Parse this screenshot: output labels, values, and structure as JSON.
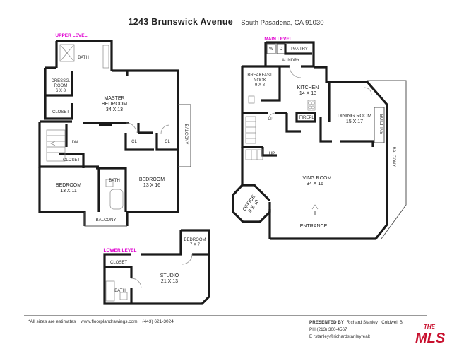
{
  "header": {
    "address": "1243 Brunswick Avenue",
    "city": "South Pasadena, CA 91030"
  },
  "levels": {
    "upper": "UPPER LEVEL",
    "main": "MAIN LEVEL",
    "lower": "LOWER LEVEL"
  },
  "rooms": {
    "upper_bath_top": "BATH",
    "dressing_room": "DRESSG.",
    "dressing_room_2": "ROOM",
    "dressing_dim": "6 X 8",
    "master_bedroom": "MASTER",
    "master_bedroom_2": "BEDROOM",
    "master_dim": "34 X 13",
    "closet_a": "CLOSET",
    "dn": "DN",
    "closet_b": "CLOSET",
    "cl_a": "CL",
    "cl_b": "CL",
    "bedroom_left": "BEDROOM",
    "bedroom_left_dim": "13 X 11",
    "bath_mid": "BATH",
    "bedroom_right": "BEDROOM",
    "bedroom_right_dim": "13 X 16",
    "balcony_upper_bottom": "BALCONY",
    "balcony_upper_right": "BALCONY",
    "w": "W",
    "d": "D",
    "pantry": "PANTRY",
    "laundry": "LAUNDRY",
    "breakfast_nook": "BREAKFAST",
    "breakfast_nook_2": "NOOK",
    "breakfast_dim": "9 X 8",
    "kitchen": "KITCHEN",
    "kitchen_dim": "14 X 13",
    "firepl": "FIREPL.",
    "up_a": "UP",
    "up_b": "UP",
    "dining_room": "DINING ROOM",
    "dining_dim": "15 X 17",
    "builtins": "BUILT-INS",
    "balcony_main": "BALCONY",
    "living_room": "LIVING ROOM",
    "living_dim": "34 X 16",
    "office": "OFFICE",
    "office_dim": "8 X 10",
    "entrance": "ENTRANCE",
    "bedroom_lower": "BEDROOM",
    "bedroom_lower_dim": "7 X 7",
    "closet_lower": "CLOSET",
    "studio": "STUDIO",
    "studio_dim": "21 X 13",
    "bath_lower": "BATH"
  },
  "footer": {
    "note": "*All sizes are estimates",
    "website": "www.floorplandrawings.com",
    "phone": "(443) 621-3024",
    "presented_by_label": "PRESENTED BY",
    "agent_name": "Richard Stanley",
    "brokerage": "Coldwell B",
    "agent_phone": "PH (213) 300-4567",
    "agent_email": "E rstanley@richardstanleyrealt",
    "logo_text_1": "THE",
    "logo_text_2": "MLS"
  },
  "colors": {
    "level_label": "#e000d0",
    "logo_red": "#c8102e",
    "walls": "#1a1a1a"
  }
}
